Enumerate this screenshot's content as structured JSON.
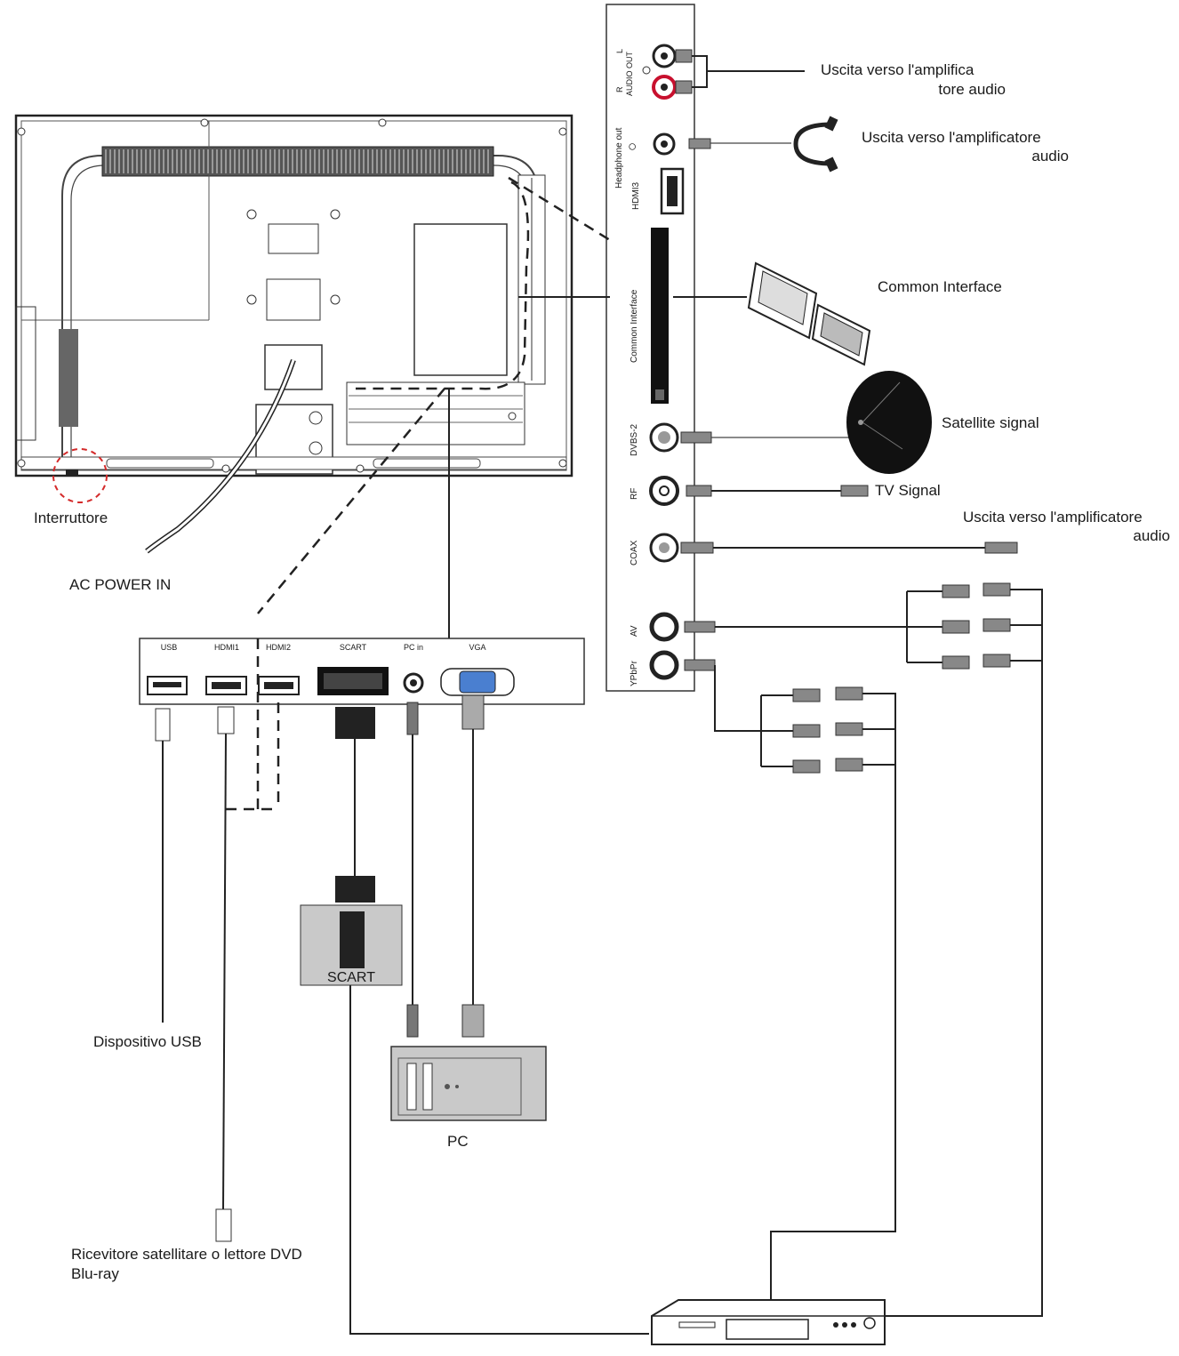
{
  "labels": {
    "audio_out_amp": [
      "Uscita verso l'amplifica",
      "tore audio"
    ],
    "headphone_amp": [
      "Uscita verso l'amplificatore",
      "audio"
    ],
    "common_interface": "Common Interface",
    "satellite_signal": "Satellite signal",
    "tv_signal": "TV Signal",
    "coax_amp": [
      "Uscita verso l'amplificatore",
      "audio"
    ],
    "switch": "Interruttore",
    "ac_power": "AC POWER IN",
    "usb_device": "Dispositivo USB",
    "receiver": [
      "Ricevitore satellitare o lettore DVD",
      "Blu-ray"
    ],
    "pc": "PC",
    "scart_box": "SCART"
  },
  "side_panel_ports": {
    "audio_out": "AUDIO OUT",
    "audio_l": "L",
    "audio_r": "R",
    "headphone": "Headphone out",
    "hdmi3": "HDMI3",
    "ci": "Common Interface",
    "dvbs2": "DVBS-2",
    "rf": "RF",
    "coax": "COAX",
    "av": "AV",
    "ypbpr": "YPbPr"
  },
  "bottom_panel_ports": {
    "usb": "USB",
    "hdmi1": "HDMI1",
    "hdmi2": "HDMI2",
    "scart": "SCART",
    "pcin": "PC in",
    "vga": "VGA"
  },
  "colors": {
    "line": "#222222",
    "switch_circle": "#d42a2a",
    "audio_red": "#c8102e",
    "vga_blue": "#4a7fd0",
    "dark_fill": "#111111",
    "grey_box": "#c9c9c9"
  }
}
